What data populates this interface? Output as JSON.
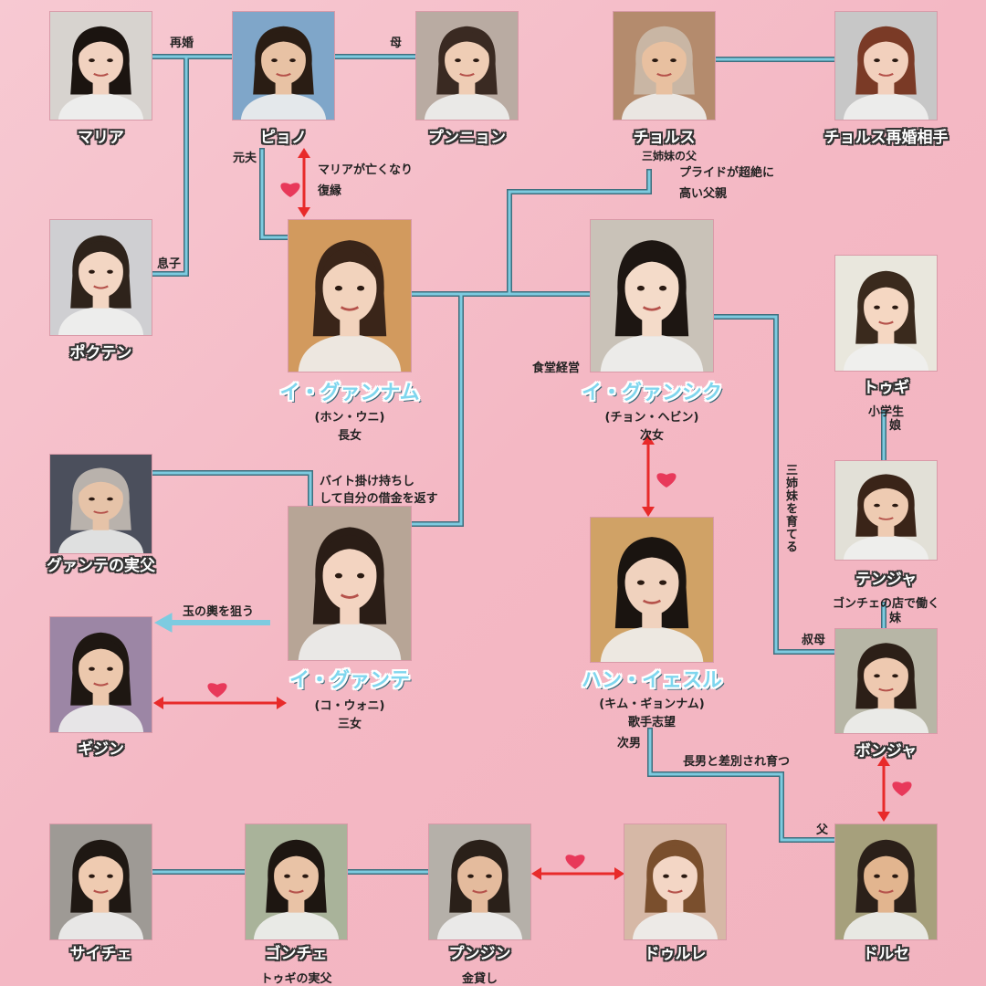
{
  "people": [
    {
      "id": "maria",
      "name": "マリア",
      "sub": [],
      "skin": "#f1d2c0",
      "hair": "#1b1410",
      "bg": "#d7d3cf"
    },
    {
      "id": "pyono",
      "name": "ピョノ",
      "sub": [],
      "skin": "#e8c2a4",
      "hair": "#2a1d14",
      "bg": "#7fa6c9"
    },
    {
      "id": "punnyon",
      "name": "プンニョン",
      "sub": [],
      "skin": "#efcdb5",
      "hair": "#3a2a22",
      "bg": "#b9aba2"
    },
    {
      "id": "chorusu",
      "name": "チョルス",
      "sub": [],
      "skin": "#e8c0a0",
      "hair": "#c9b6a4",
      "bg": "#b48b6d"
    },
    {
      "id": "chorusu_wife",
      "name": "チョルス再婚相手",
      "sub": [],
      "skin": "#f2d0bd",
      "hair": "#7a3a26",
      "bg": "#c7c7c7"
    },
    {
      "id": "pokuten",
      "name": "ポクテン",
      "sub": [],
      "skin": "#f3d6c3",
      "hair": "#2e231b",
      "bg": "#cfcfd2"
    },
    {
      "id": "gwannam",
      "name": "イ・グァンナム",
      "sub": [
        "(ホン・ウニ)",
        "長女"
      ],
      "skin": "#f2d3bd",
      "hair": "#3a2519",
      "bg": "#d29a5e"
    },
    {
      "id": "gwansik",
      "name": "イ・グァンシク",
      "sub": [
        "(チョン・ヘビン)",
        "次女"
      ],
      "skin": "#f4dbc9",
      "hair": "#1d1612",
      "bg": "#c9c2b8"
    },
    {
      "id": "toogi",
      "name": "トゥギ",
      "sub": [
        "小学生"
      ],
      "skin": "#f5d7c2",
      "hair": "#3a2a1d",
      "bg": "#e9e7dd"
    },
    {
      "id": "gwante_father",
      "name": "グァンテの実父",
      "sub": [],
      "skin": "#e6c3a8",
      "hair": "#b9b2ac",
      "bg": "#4b4f5c"
    },
    {
      "id": "gwante",
      "name": "イ・グァンテ",
      "sub": [
        "(コ・ウォニ)",
        "三女"
      ],
      "skin": "#f3d4c1",
      "hair": "#2a1d16",
      "bg": "#b7a596"
    },
    {
      "id": "tenja",
      "name": "テンジャ",
      "sub": [
        "ゴンチェの店で働く"
      ],
      "skin": "#eecbb2",
      "hair": "#3a2418",
      "bg": "#e2e0d7"
    },
    {
      "id": "kijin",
      "name": "ギジン",
      "sub": [],
      "skin": "#ecc8ad",
      "hair": "#1e1712",
      "bg": "#9c86a5"
    },
    {
      "id": "hanisul",
      "name": "ハン・イェスル",
      "sub": [
        "(キム・ギョンナム)",
        "歌手志望"
      ],
      "skin": "#f0d2be",
      "hair": "#1a1410",
      "bg": "#d0a266"
    },
    {
      "id": "bonja",
      "name": "ボンジャ",
      "sub": [],
      "skin": "#eec9b0",
      "hair": "#2c1f17",
      "bg": "#b7b6a6"
    },
    {
      "id": "saiche",
      "name": "サイチェ",
      "sub": [],
      "skin": "#efcbb1",
      "hair": "#1f1813",
      "bg": "#9e9a95"
    },
    {
      "id": "gonche",
      "name": "ゴンチェ",
      "sub": [
        "トゥギの実父"
      ],
      "skin": "#e9c3a6",
      "hair": "#1d1611",
      "bg": "#a9b39a"
    },
    {
      "id": "punjin",
      "name": "プンジン",
      "sub": [
        "金貸し"
      ],
      "skin": "#e4bb9d",
      "hair": "#2a2019",
      "bg": "#b5b0a9"
    },
    {
      "id": "dorure",
      "name": "ドゥルレ",
      "sub": [],
      "skin": "#f3d6c5",
      "hair": "#7a4f2d",
      "bg": "#d6b8a6"
    },
    {
      "id": "dorse",
      "name": "ドルセ",
      "sub": [],
      "skin": "#e2b58f",
      "hair": "#2b2019",
      "bg": "#a6a07c"
    }
  ],
  "labels": {
    "remarriage": "再婚",
    "mother": "母",
    "sisters_father": "三姉妹の父",
    "pride": "プライドが超絶に",
    "high_father": "高い父親",
    "ex_husband": "元夫",
    "maria_died": "マリアが亡くなり",
    "reunite": "復縁",
    "son": "息子",
    "restaurant": "食堂経営",
    "daughter": "娘",
    "raised": "三姉妹を育てる",
    "parttime1": "バイト掛け持ちし",
    "parttime2": "して自分の借金を返す",
    "goldbox": "玉の輿を狙う",
    "aunt": "叔母",
    "younger_sister": "妹",
    "second_son": "次男",
    "discriminated": "長男と差別され育つ",
    "father": "父"
  },
  "colors": {
    "line": "#7dcbe0",
    "line_edge": "#3f6e7d",
    "arrow": "#e82a2a",
    "heart": "#e8395a"
  }
}
